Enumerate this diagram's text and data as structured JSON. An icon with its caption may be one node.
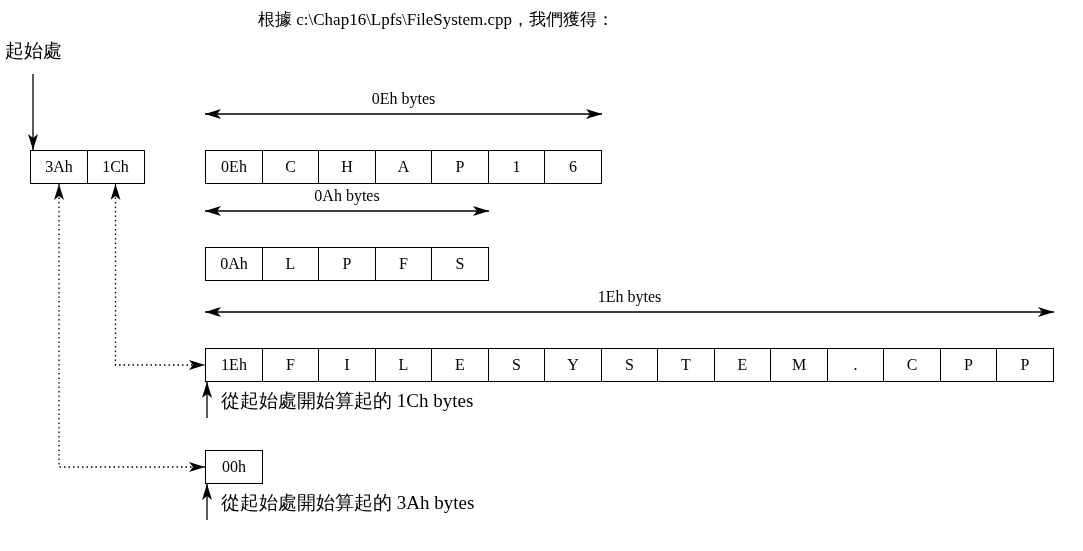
{
  "diagram": {
    "title": "根據 c:\\Chap16\\Lpfs\\FileSystem.cpp，我們獲得：",
    "nodes": [
      {
        "text": [
          "起始處"
        ]
      },
      {
        "text": [
          "3Ah"
        ]
      },
      {
        "text": [
          "1Ch"
        ]
      },
      {
        "text": [
          "0Eh"
        ]
      },
      {
        "text": [
          "C"
        ]
      },
      {
        "text": [
          "H"
        ]
      },
      {
        "text": [
          "A"
        ]
      },
      {
        "text": [
          "P"
        ]
      },
      {
        "text": [
          "1"
        ]
      },
      {
        "text": [
          "6"
        ]
      },
      {
        "text": [
          "0Ah"
        ]
      },
      {
        "text": [
          "L"
        ]
      },
      {
        "text": [
          "P"
        ]
      },
      {
        "text": [
          "F"
        ]
      },
      {
        "text": [
          "S"
        ]
      },
      {
        "text": [
          "1Eh"
        ]
      },
      {
        "text": [
          "F"
        ]
      },
      {
        "text": [
          "I"
        ]
      },
      {
        "text": [
          "L"
        ]
      },
      {
        "text": [
          "E"
        ]
      },
      {
        "text": [
          "S"
        ]
      },
      {
        "text": [
          "Y"
        ]
      },
      {
        "text": [
          "S"
        ]
      },
      {
        "text": [
          "T"
        ]
      },
      {
        "text": [
          "E"
        ]
      },
      {
        "text": [
          "M"
        ]
      },
      {
        "text": [
          "."
        ]
      },
      {
        "text": [
          "C"
        ]
      },
      {
        "text": [
          "P"
        ]
      },
      {
        "text": [
          "P"
        ]
      },
      {
        "text": [
          "00h"
        ]
      }
    ],
    "edges": [
      {
        "from": 0,
        "to": 1,
        "arrow": "to"
      },
      {
        "from": 2,
        "to": 15,
        "arrow": "both",
        "style": "dashed"
      },
      {
        "from": 1,
        "to": 30,
        "arrow": "both",
        "style": "dashed"
      },
      {
        "from": null,
        "to": 15,
        "arrow": "to"
      },
      {
        "from": null,
        "to": 30,
        "arrow": "to"
      }
    ],
    "labels": [
      "0Eh bytes",
      "0Ah bytes",
      "1Eh bytes",
      "從起始處開始算起的 1Ch bytes",
      "從起始處開始算起的 3Ah bytes"
    ]
  }
}
